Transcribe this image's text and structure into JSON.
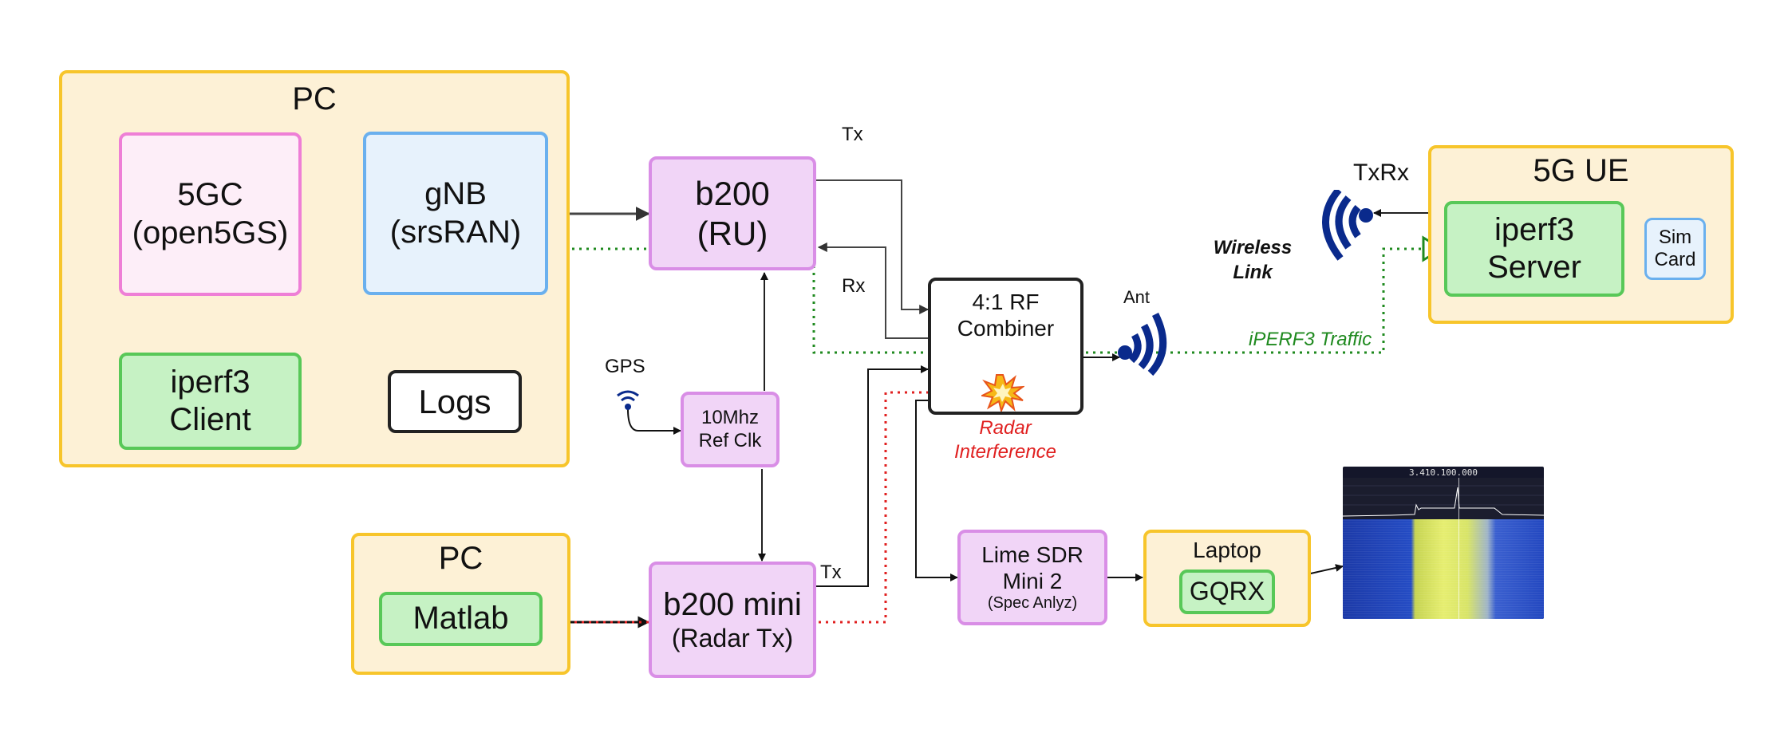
{
  "pc_main": {
    "title": "PC",
    "core_line1": "5GC",
    "core_line2": "(open5GS)",
    "gnb_line1": "gNB",
    "gnb_line2": "(srsRAN)",
    "client_line1": "iperf3",
    "client_line2": "Client",
    "logs": "Logs"
  },
  "b200": {
    "line1": "b200",
    "line2": "(RU)"
  },
  "b200_mini": {
    "line1": "b200 mini",
    "line2": "(Radar Tx)"
  },
  "ref_clk": {
    "line1": "10Mhz",
    "line2": "Ref Clk"
  },
  "gps_label": "GPS",
  "combiner": {
    "line1": "4:1 RF",
    "line2": "Combiner"
  },
  "radar_label": {
    "line1": "Radar",
    "line2": "Interference"
  },
  "tx_top": "Tx",
  "rx_label": "Rx",
  "tx_mini": "Tx",
  "ant_label": "Ant",
  "wireless": {
    "line1": "Wireless",
    "line2": "Link"
  },
  "iperf_traffic": "iPERF3 Traffic",
  "txrx_label": "TxRx",
  "ue": {
    "title": "5G UE",
    "server_line1": "iperf3",
    "server_line2": "Server",
    "sim_line1": "Sim",
    "sim_line2": "Card"
  },
  "pc_matlab": {
    "title": "PC",
    "matlab": "Matlab"
  },
  "lime": {
    "line1": "Lime SDR",
    "line2": "Mini 2",
    "line3": "(Spec Anlyz)"
  },
  "laptop": {
    "title": "Laptop",
    "gqrx": "GQRX"
  },
  "spectrum": {
    "freq": "3.410.100.000"
  },
  "colors": {
    "traffic_green": "#1f8a1f",
    "radar_red": "#e02020",
    "antenna_blue": "#0a2a8c"
  }
}
